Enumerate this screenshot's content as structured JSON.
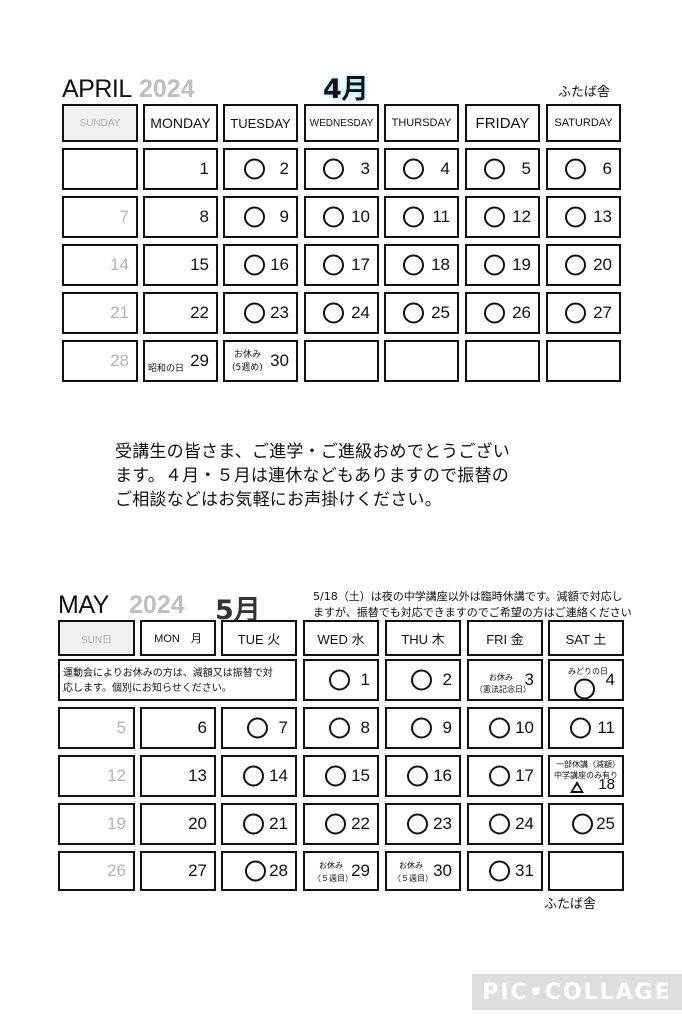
{
  "april": {
    "title_en": "APRIL",
    "year": "2024",
    "title_jp": "4月",
    "shop": "ふたば舎",
    "weekdays": [
      "SUNDAY",
      "MONDAY",
      "TUESDAY",
      "WEDNESDAY",
      "THURSDAY",
      "FRIDAY",
      "SATURDAY"
    ],
    "rows": [
      [
        "",
        "1",
        "2",
        "3",
        "4",
        "5",
        "6"
      ],
      [
        "7",
        "8",
        "9",
        "10",
        "11",
        "12",
        "13"
      ],
      [
        "14",
        "15",
        "16",
        "17",
        "18",
        "19",
        "20"
      ],
      [
        "21",
        "22",
        "23",
        "24",
        "25",
        "26",
        "27"
      ],
      [
        "28",
        "29",
        "30",
        "",
        "",
        "",
        ""
      ]
    ],
    "labels": {
      "d29": "昭和の日",
      "d30_l1": "お休み",
      "d30_l2": "(5週め)"
    }
  },
  "message": {
    "line1": "受講生の皆さま、ご進学・ご進級おめでとうござい",
    "line2": "ます。４月・５月は連休などもありますので振替の",
    "line3": "ご相談などはお気軽にお声掛けください。"
  },
  "may": {
    "title_en": "MAY",
    "year": "2024",
    "title_jp": "5月",
    "note_l1": "5/18（土）は夜の中学講座以外は臨時休講です。減額で対応し",
    "note_l2": "ますが、振替でも対応できますのでご希望の方はご連絡ください",
    "shop": "ふたば舎",
    "weekdays": [
      "SUN日",
      "MON　月",
      "TUE 火",
      "WED 水",
      "THU 木",
      "FRI 金",
      "SAT 土"
    ],
    "rows": [
      [
        "",
        "",
        "",
        "1",
        "2",
        "3",
        "4"
      ],
      [
        "5",
        "6",
        "7",
        "8",
        "9",
        "10",
        "11"
      ],
      [
        "12",
        "13",
        "14",
        "15",
        "16",
        "17",
        "18"
      ],
      [
        "19",
        "20",
        "21",
        "22",
        "23",
        "24",
        "25"
      ],
      [
        "26",
        "27",
        "28",
        "29",
        "30",
        "31",
        ""
      ]
    ],
    "merged_l1": "運動会によりお休みの方は、減額又は振替で対",
    "merged_l2": "応します。個別にお知らせください。",
    "labels": {
      "d3_l1": "お休み",
      "d3_l2": "（憲法記念日）",
      "d4": "みどりの日",
      "d18_l1": "一部休講（減額）",
      "d18_l2": "中学講座のみ有り",
      "d29_l1": "お休み",
      "d29_l2": "（５週目）",
      "d30_l1": "お休み",
      "d30_l2": "（５週目）"
    }
  },
  "watermark": "PIC•COLLAGE"
}
